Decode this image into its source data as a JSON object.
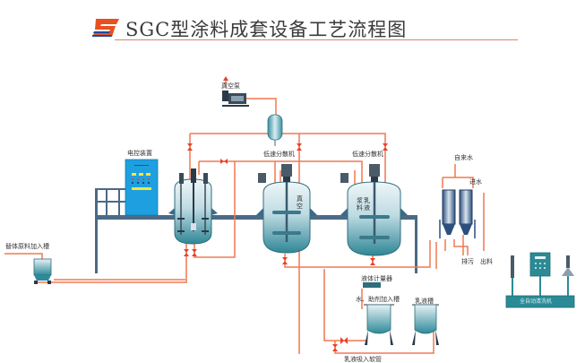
{
  "title": {
    "text": "SGC型涂料成套设备工艺流程图",
    "logo_letter": "S"
  },
  "colors": {
    "pipe": "#f07850",
    "valve": "#e8432a",
    "tank_top": "#dfeef2",
    "tank_bottom": "#2e8a9a",
    "frame": "#4b6a86",
    "panel": "#1ea0e0",
    "teal_base": "#2a8b96",
    "logo_orange": "#e85020",
    "logo_blue": "#1e4aa0"
  },
  "labels": {
    "vacuum_pump": "真空泵",
    "control_cabinet": "电控装置",
    "disperser_1": "低速分散机",
    "disperser_2": "低速分散机",
    "tap_water": "自来水",
    "water_in": "进水",
    "drain": "排污",
    "discharge": "出料",
    "raw_material_tank": "替体原料加入槽",
    "liquid_meter": "液体计量器",
    "water_additive_tank": "水、助剂加入槽",
    "emulsion_tank": "乳液槽",
    "emulsion_suction_hose": "乳液吸入软管",
    "vacuum_in_tank": "真空",
    "slurry": "浆料",
    "emulsion": "乳液",
    "auto_cleaner": "全自动清洗机"
  }
}
